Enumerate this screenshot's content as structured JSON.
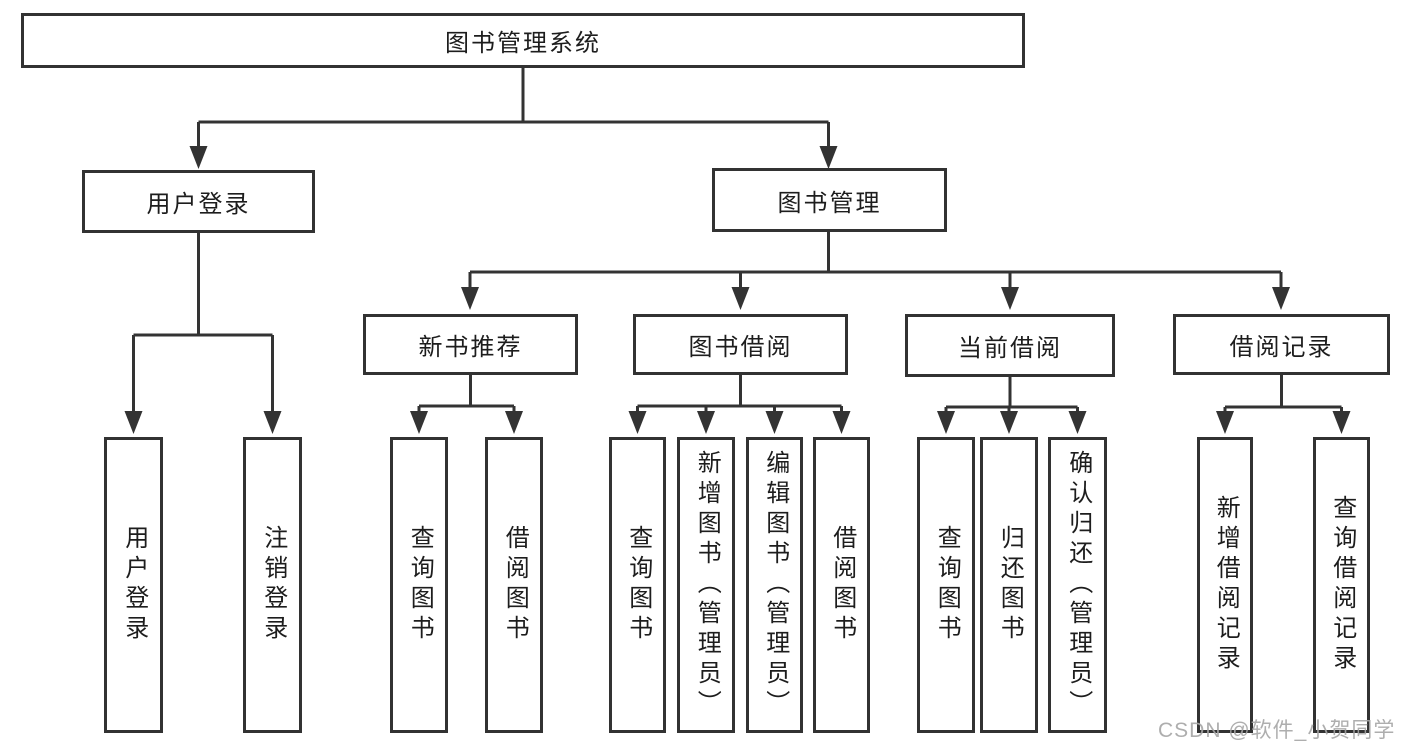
{
  "diagram": {
    "type": "hierarchy-tree",
    "background_color": "#ffffff",
    "line_color": "#333333",
    "text_color": "#1d1d1d",
    "watermark": {
      "text": "CSDN @软件_小贺同学",
      "color": "#a6a6a6"
    }
  },
  "nodes": {
    "root": {
      "label": "图书管理系统"
    },
    "level2": [
      {
        "id": "user-login",
        "label": "用户登录",
        "parent": "图书管理系统"
      },
      {
        "id": "book-management",
        "label": "图书管理",
        "parent": "图书管理系统"
      }
    ],
    "level3": [
      {
        "id": "new-book-recommendation",
        "label": "新书推荐",
        "parent": "图书管理"
      },
      {
        "id": "book-borrowing",
        "label": "图书借阅",
        "parent": "图书管理"
      },
      {
        "id": "current-borrowing",
        "label": "当前借阅",
        "parent": "图书管理"
      },
      {
        "id": "borrowing-records",
        "label": "借阅记录",
        "parent": "图书管理"
      }
    ],
    "leaves": [
      {
        "label": "用户登录",
        "parent": "用户登录"
      },
      {
        "label": "注销登录",
        "parent": "用户登录"
      },
      {
        "label": "查询图书",
        "parent": "新书推荐"
      },
      {
        "label": "借阅图书",
        "parent": "新书推荐"
      },
      {
        "label": "查询图书",
        "parent": "图书借阅"
      },
      {
        "label": "新增图书（管理员）",
        "parent": "图书借阅"
      },
      {
        "label": "编辑图书（管理员）",
        "parent": "图书借阅"
      },
      {
        "label": "借阅图书",
        "parent": "图书借阅"
      },
      {
        "label": "查询图书",
        "parent": "当前借阅"
      },
      {
        "label": "归还图书",
        "parent": "当前借阅"
      },
      {
        "label": "确认归还（管理员）",
        "parent": "当前借阅"
      },
      {
        "label": "新增借阅记录",
        "parent": "借阅记录"
      },
      {
        "label": "查询借阅记录",
        "parent": "借阅记录"
      }
    ]
  }
}
